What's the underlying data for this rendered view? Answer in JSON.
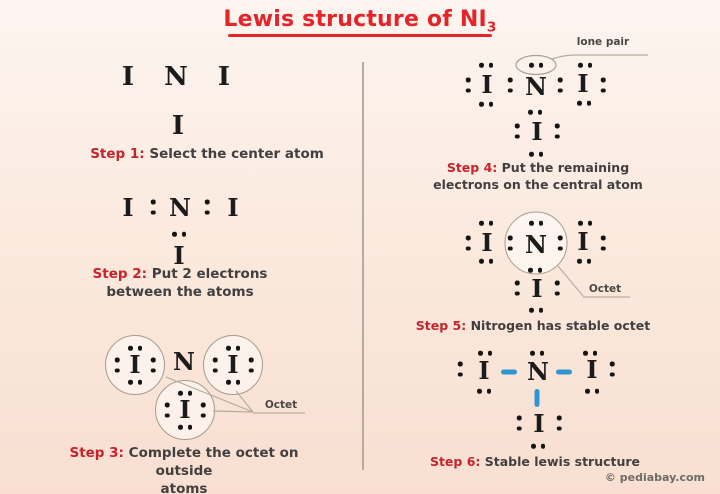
{
  "title": {
    "main": "Lewis structure of NI",
    "sub": "3"
  },
  "atoms": {
    "center": "N",
    "outer": "I"
  },
  "labels": {
    "lone_pair": "lone pair",
    "octet": "Octet"
  },
  "steps": [
    {
      "label": "Step 1:",
      "line1": "Select the center atom"
    },
    {
      "label": "Step 2:",
      "line1": "Put 2 electrons",
      "line2": "between the atoms"
    },
    {
      "label": "Step 3:",
      "line1": "Complete the octet on outside",
      "line2": "atoms"
    },
    {
      "label": "Step 4:",
      "line1": "Put the remaining",
      "line2": "electrons on the central atom"
    },
    {
      "label": "Step 5:",
      "line1": "Nitrogen has stable octet"
    },
    {
      "label": "Step 6:",
      "line1": "Stable lewis structure"
    }
  ],
  "watermark": "© pediabay.com",
  "colors": {
    "background_top": "#fdf5f1",
    "background_bottom": "#f8dfd1",
    "title_red": "#e5242a",
    "step_red": "#c8232b",
    "text_dark": "#413f3f",
    "bond_blue": "#2f96d2",
    "dot_black": "#161515"
  }
}
